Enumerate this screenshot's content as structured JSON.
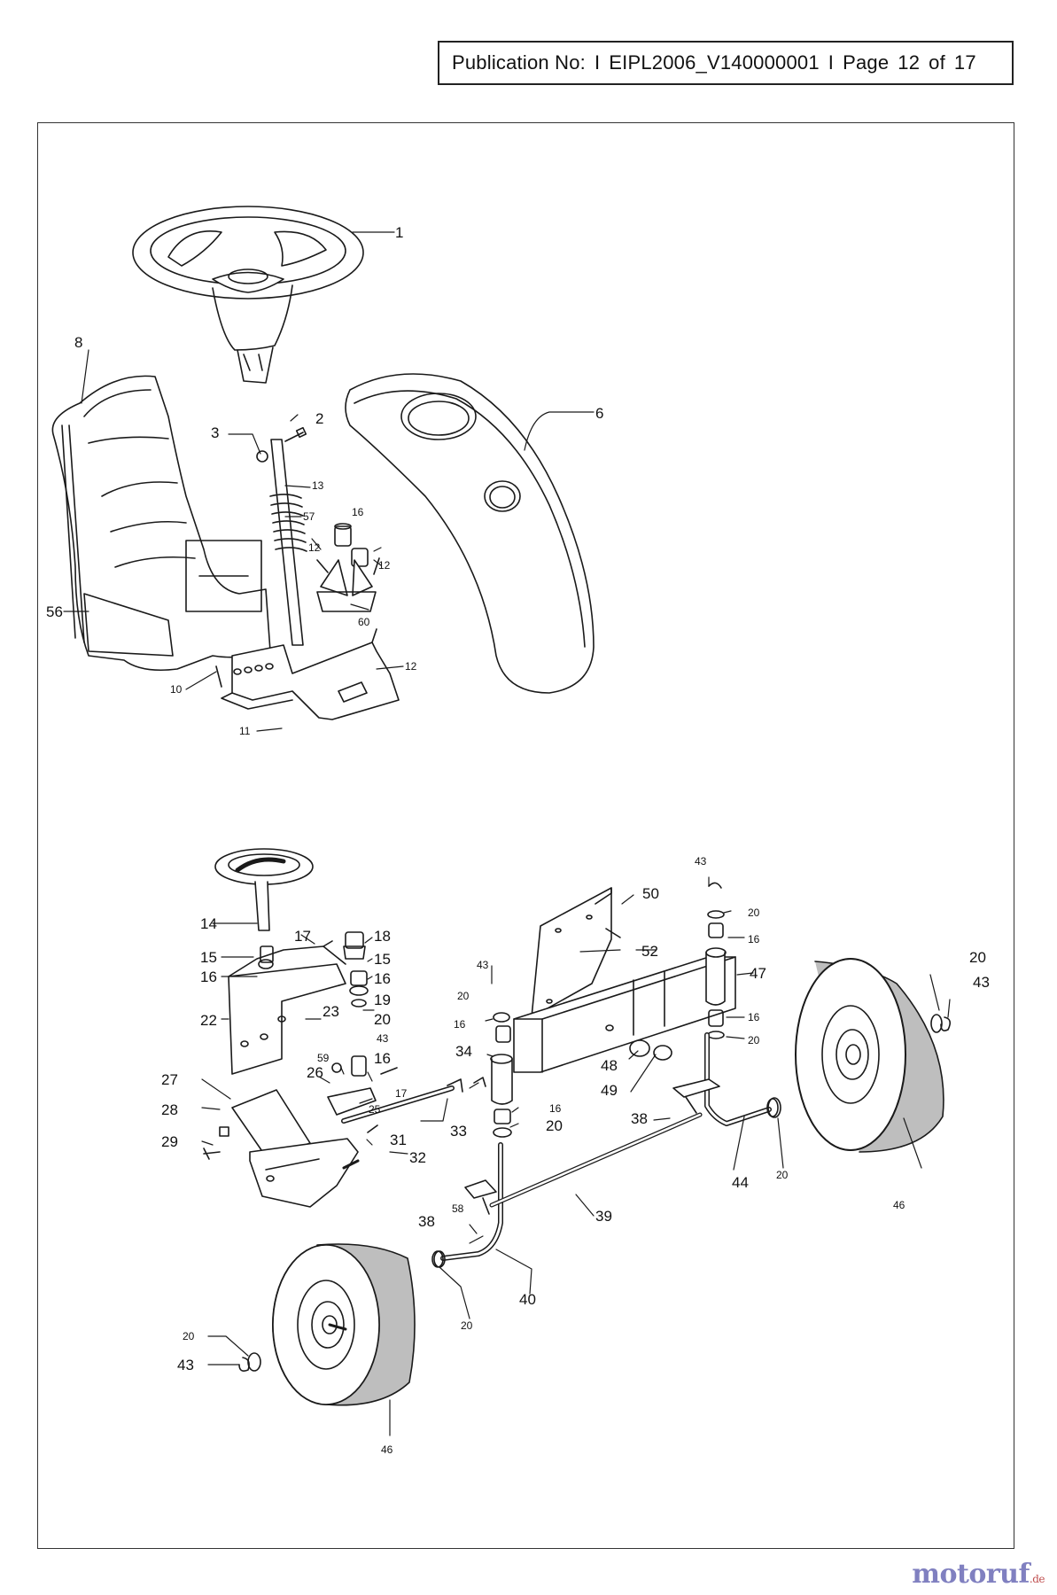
{
  "header": {
    "publication_label": "Publication No:",
    "sep1": "I",
    "publication_number": "EIPL2006_V140000001",
    "sep2": "I",
    "page_label": "Page",
    "page_number": "12",
    "of_label": "of",
    "page_total": "17"
  },
  "callouts": {
    "c1": "1",
    "c2": "2",
    "c3": "3",
    "c6": "6",
    "c8": "8",
    "c13": "13",
    "c57": "57",
    "c16a": "16",
    "c12a": "12",
    "c12b": "12",
    "c60": "60",
    "c56": "56",
    "c10": "10",
    "c11": "11",
    "c12c": "12",
    "c14": "14",
    "c15a": "15",
    "c16b": "16",
    "c17a": "17",
    "c18": "18",
    "c15b": "15",
    "c16c": "16",
    "c19": "19",
    "c20a": "20",
    "c43a": "43",
    "c22": "22",
    "c23": "23",
    "c16d": "16",
    "c59": "59",
    "c26": "26",
    "c17b": "17",
    "c25": "25",
    "c27": "27",
    "c28": "28",
    "c29": "29",
    "c31": "31",
    "c32": "32",
    "c33": "33",
    "c34": "34",
    "c43b": "43",
    "c20b": "20",
    "c16e": "16",
    "c16f": "16",
    "c20c": "20",
    "c50": "50",
    "c52": "52",
    "c43c": "43",
    "c20d": "20",
    "c16g": "16",
    "c47": "47",
    "c16h": "16",
    "c20e": "20",
    "c48": "48",
    "c49": "49",
    "c38a": "38",
    "c44": "44",
    "c20f": "20",
    "c20g": "20",
    "c43d": "43",
    "c46a": "46",
    "c58": "58",
    "c38b": "38",
    "c39": "39",
    "c40": "40",
    "c20h": "20",
    "c20i": "20",
    "c43e": "43",
    "c46b": "46"
  },
  "watermark": {
    "brand": "motoruf",
    "suffix": ".de"
  },
  "colors": {
    "line": "#1a1a1a",
    "tire": "#555555",
    "watermark": "#8080c0"
  }
}
